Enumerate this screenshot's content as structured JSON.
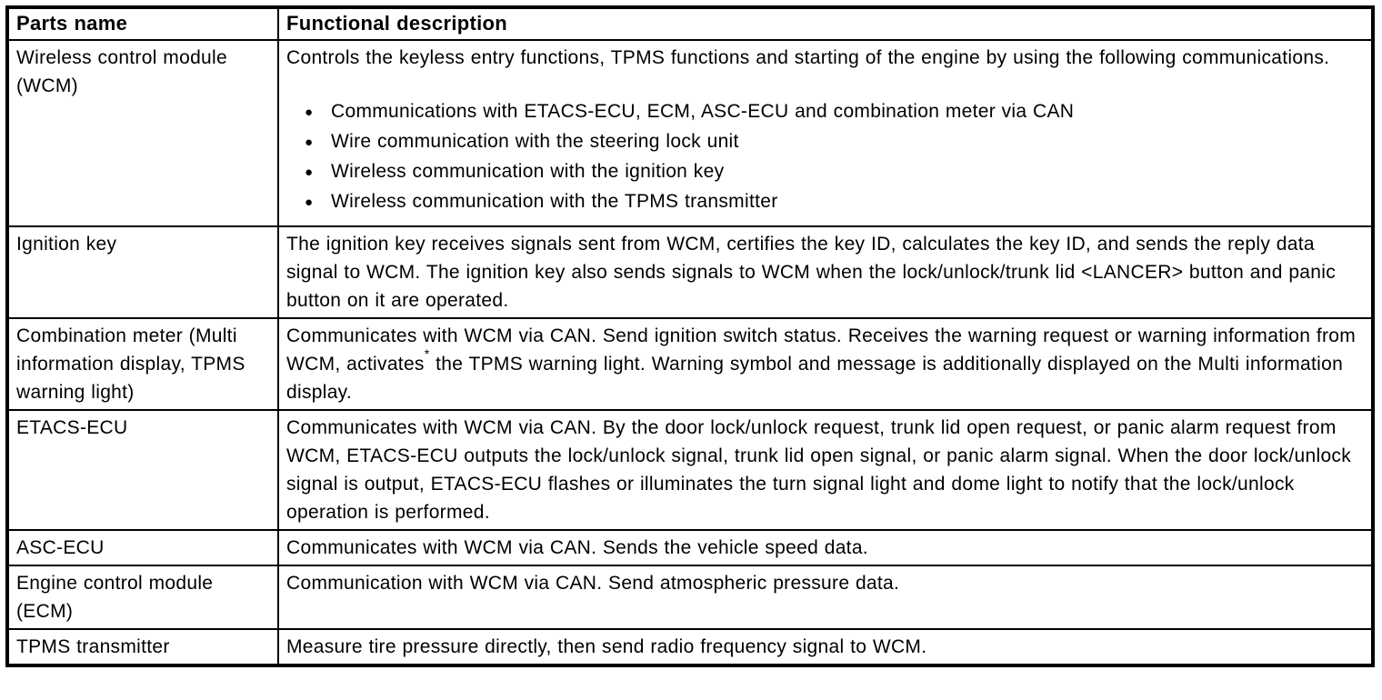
{
  "table": {
    "bullet_char": "●",
    "border_color": "#000000",
    "background_color": "#ffffff",
    "headers": [
      {
        "label": "Parts name"
      },
      {
        "label": "Functional description"
      }
    ],
    "rows": [
      {
        "part": "Wireless control module (WCM)",
        "description": "Controls the keyless entry functions, TPMS functions and starting of the engine by using the following communications.",
        "bullets": [
          "Communications with ETACS-ECU, ECM, ASC-ECU and combination meter via CAN",
          "Wire communication with the steering lock unit",
          "Wireless communication with the ignition key",
          "Wireless communication with the TPMS transmitter"
        ]
      },
      {
        "part": "Ignition key",
        "description": "The ignition key receives signals sent from WCM, certifies the key ID, calculates the key ID, and sends the reply data signal to WCM. The ignition key also sends signals to WCM when the lock/unlock/trunk lid <LANCER> button and panic button on it are operated."
      },
      {
        "part": "Combination meter (Multi information display, TPMS warning light)",
        "description_segments": [
          {
            "text": "Communicates with WCM via CAN. Send ignition switch status. Receives the warning request or warning information from WCM, activates"
          },
          {
            "text": "*",
            "superscript": true
          },
          {
            "text": " the TPMS warning light. Warning symbol and message is additionally displayed on the Multi information display."
          }
        ]
      },
      {
        "part": "ETACS-ECU",
        "description": "Communicates with WCM via CAN. By the door lock/unlock request, trunk lid open request, or panic alarm request from WCM, ETACS-ECU outputs the lock/unlock signal, trunk lid open signal, or panic alarm signal. When the door lock/unlock signal is output, ETACS-ECU flashes or illuminates the turn signal light and dome light to notify that the lock/unlock operation is performed."
      },
      {
        "part": "ASC-ECU",
        "description": "Communicates with WCM via CAN. Sends the vehicle speed data."
      },
      {
        "part": "Engine control module (ECM)",
        "description": "Communication with WCM via CAN. Send atmospheric pressure data."
      },
      {
        "part": "TPMS transmitter",
        "description": "Measure tire pressure directly, then send radio frequency signal to WCM."
      }
    ]
  }
}
